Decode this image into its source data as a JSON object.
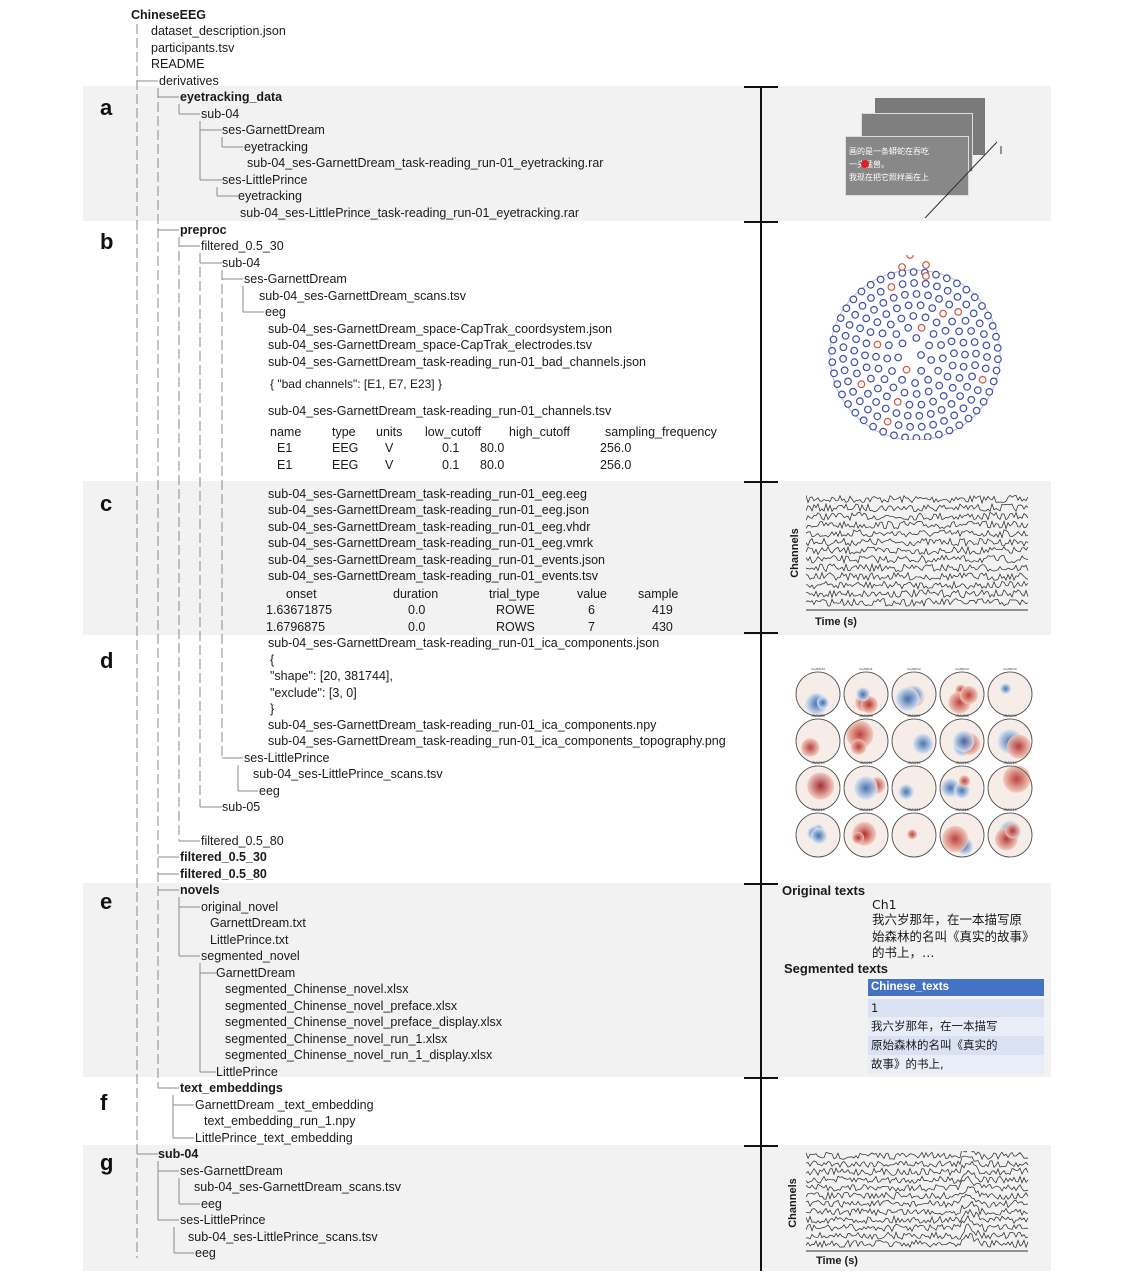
{
  "root": "ChineseEEG",
  "top_files": [
    "dataset_description.json",
    "participants.tsv",
    "README"
  ],
  "derivatives": "derivatives",
  "panels": [
    "a",
    "b",
    "c",
    "d",
    "e",
    "f",
    "g"
  ],
  "a": {
    "eyetracking_data": "eyetracking_data",
    "sub": "sub-04",
    "ses_gd": "ses-GarnettDream",
    "eyetracking": "eyetracking",
    "gd_file": "sub-04_ses-GarnettDream_task-reading_run-01_eyetracking.rar",
    "ses_lp": "ses-LittlePrince",
    "lp_file": "sub-04_ses-LittlePrince_task-reading_run-01_eyetracking.rar",
    "screen_lines": [
      "画的是一条蟒蛇在吞吃",
      "一头猛兽。",
      "我现在把它照样画在上"
    ]
  },
  "b": {
    "preproc": "preproc",
    "filtered": "filtered_0.5_30",
    "sub": "sub-04",
    "ses": "ses-GarnettDream",
    "scans": "sub-04_ses-GarnettDream_scans.tsv",
    "eeg": "eeg",
    "files": [
      "sub-04_ses-GarnettDream_space-CapTrak_coordsystem.json",
      "sub-04_ses-GarnettDream_space-CapTrak_electrodes.tsv",
      "sub-04_ses-GarnettDream_task-reading_run-01_bad_channels.json"
    ],
    "bad_channels": "{ \"bad channels\": [E1, E7, E23] }",
    "channels_file": "sub-04_ses-GarnettDream_task-reading_run-01_channels.tsv",
    "channels_header": [
      "name",
      "type",
      "units",
      "low_cutoff",
      "high_cutoff",
      "sampling_frequency"
    ],
    "channels_rows": [
      [
        "E1",
        "EEG",
        "V",
        "0.1",
        "80.0",
        "256.0"
      ],
      [
        "E1",
        "EEG",
        "V",
        "0.1",
        "80.0",
        "256.0"
      ]
    ]
  },
  "c": {
    "files": [
      "sub-04_ses-GarnettDream_task-reading_run-01_eeg.eeg",
      "sub-04_ses-GarnettDream_task-reading_run-01_eeg.json",
      "sub-04_ses-GarnettDream_task-reading_run-01_eeg.vhdr",
      "sub-04_ses-GarnettDream_task-reading_run-01_eeg.vmrk",
      "sub-04_ses-GarnettDream_task-reading_run-01_events.json",
      "sub-04_ses-GarnettDream_task-reading_run-01_events.tsv"
    ],
    "events_header": [
      "onset",
      "duration",
      "trial_type",
      "value",
      "sample"
    ],
    "events_rows": [
      [
        "1.63671875",
        "0.0",
        "ROWE",
        "6",
        "419"
      ],
      [
        "1.6796875",
        "0.0",
        "ROWS",
        "7",
        "430"
      ]
    ],
    "ylabel": "Channels",
    "xlabel": "Time (s)"
  },
  "d": {
    "ica_json": "sub-04_ses-GarnettDream_task-reading_run-01_ica_components.json",
    "json_open": "{",
    "shape": "\"shape\": [20, 381744],",
    "exclude": "\"exclude\": [3, 0]",
    "json_close": "}",
    "ica_npy": "sub-04_ses-GarnettDream_task-reading_run-01_ica_components.npy",
    "ica_png": "sub-04_ses-GarnettDream_task-reading_run-01_ica_components_topography.png",
    "ses_lp": "ses-LittlePrince",
    "lp_scans": "sub-04_ses-LittlePrince_scans.tsv",
    "eeg": "eeg",
    "sub05": "sub-05",
    "filtered_80": "filtered_0.5_80",
    "filtered_30_top": "filtered_0.5_30",
    "filtered_80_top": "filtered_0.5_80",
    "topo_labels": [
      "ICA000",
      "ICA001",
      "ICA002",
      "ICA003",
      "ICA004",
      "ICA005",
      "ICA006",
      "ICA007",
      "ICA008",
      "ICA009",
      "ICA010",
      "ICA011",
      "ICA012",
      "ICA013",
      "ICA014",
      "ICA015",
      "ICA016",
      "ICA017",
      "ICA018",
      "ICA019"
    ]
  },
  "e": {
    "novels": "novels",
    "original_novel": "original_novel",
    "gd_txt": "GarnettDream.txt",
    "lp_txt": "LittlePrince.txt",
    "segmented_novel": "segmented_novel",
    "gd": "GarnettDream",
    "seg_files": [
      "segmented_Chinense_novel.xlsx",
      "segmented_Chinense_novel_preface.xlsx",
      "segmented_Chinense_novel_preface_display.xlsx",
      "segmented_Chinense_novel_run_1.xlsx",
      "segmented_Chinense_novel_run_1_display.xlsx"
    ],
    "lp": "LittlePrince",
    "original_texts_title": "Original texts",
    "original_texts": [
      "Ch1",
      "我六岁那年，在一本描写原",
      "始森林的名叫《真实的故事》",
      "的书上，…"
    ],
    "segmented_texts_title": "Segmented texts",
    "table_header": "Chinese_texts",
    "table_rows": [
      "1",
      "我六岁那年，在一本描写",
      "原始森林的名叫《真实的",
      "故事》的书上,"
    ]
  },
  "f": {
    "text_embeddings": "text_embeddings",
    "gd_emb": "GarnettDream _text_embedding",
    "gd_npy": "text_embedding_run_1.npy",
    "lp_emb": "LittlePrince_text_embedding"
  },
  "g": {
    "sub": "sub-04",
    "ses_gd": "ses-GarnettDream",
    "gd_scans": "sub-04_ses-GarnettDream_scans.tsv",
    "eeg": "eeg",
    "ses_lp": "ses-LittlePrince",
    "lp_scans": "sub-04_ses-LittlePrince_scans.tsv",
    "ylabel": "Channels",
    "xlabel": "Time (s)"
  }
}
